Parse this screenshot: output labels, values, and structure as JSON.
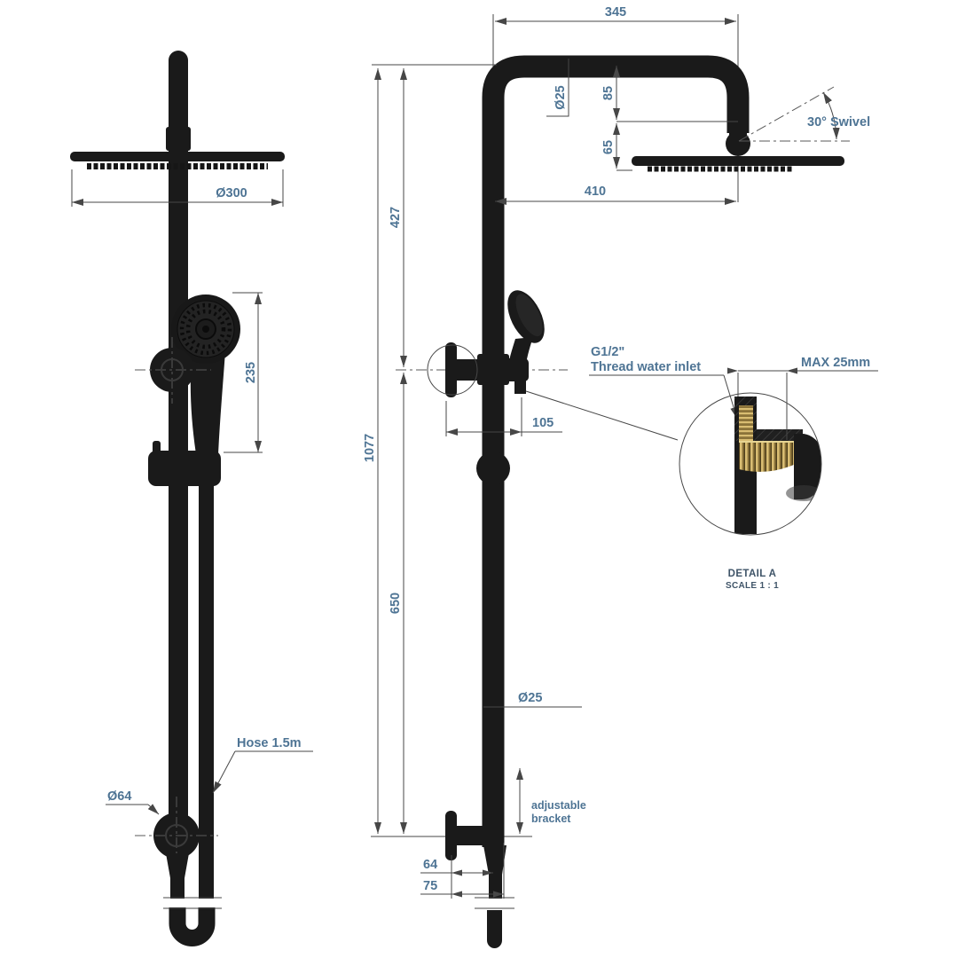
{
  "colors": {
    "background": "#ffffff",
    "line": "#474747",
    "dimension_text": "#4e7494",
    "product_black": "#1a1a1a",
    "thread_brass": "#d9bd72",
    "detail_text": "#3f5468"
  },
  "front_view": {
    "head_diameter": "Ø300",
    "handshower_length": "235",
    "hose": "Hose 1.5m",
    "flange_diameter": "Ø64"
  },
  "side_view": {
    "arm_width": "345",
    "arm_pipe_diameter": "Ø25",
    "head_drop": "85",
    "head_clearance": "65",
    "arm_reach": "410",
    "upper_height": "427",
    "overall_height": "1077",
    "lower_height": "650",
    "inlet_offset": "105",
    "swivel": "30° Swivel",
    "inlet_line1": "G1/2\"",
    "inlet_line2": "Thread water inlet",
    "rail_diameter": "Ø25",
    "bracket_line1": "adjustable",
    "bracket_line2": "bracket",
    "bracket_offset": "64",
    "bracket_depth": "75"
  },
  "detail_a": {
    "max_depth": "MAX 25mm",
    "title": "DETAIL A",
    "scale": "SCALE 1 : 1"
  }
}
